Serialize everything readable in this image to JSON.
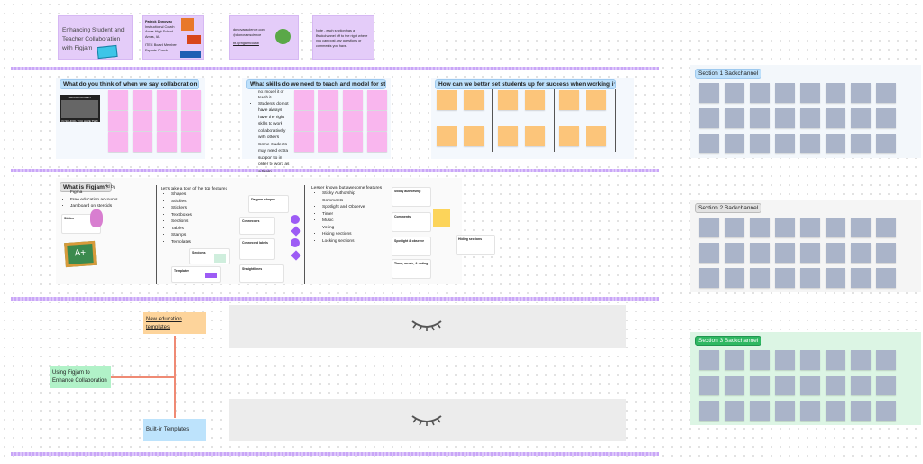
{
  "header": {
    "title": "Enhancing Student and Teacher Collaboration with Figjam",
    "presenter": {
      "name": "Patrick Donovan",
      "lines": [
        "Instructional Coach",
        "Ames High School",
        "Ames, IA"
      ],
      "role_lines": [
        "ITEC Board Member",
        "Esports Coach"
      ]
    },
    "contact": {
      "site": "donovanscience.com",
      "handle": "@donovanscience",
      "link": "bit.ly/figjamcollab"
    },
    "note": "Note - each section has a Backchannel off to the right where you can post any questions or comments you have."
  },
  "section1": {
    "q1": "What do you think of when we say collaboration or gr...",
    "q2": "What skills do we need to teach and model for studen...",
    "q3": "How can we better set students up for success when working in groups?",
    "meme_top": "GROUP PROJECT",
    "meme_bottom": "IN SCHOOL YOU HAVE TWO SONS",
    "q2_text_top": "not model it or teach it",
    "q2_bullets": [
      "Students do not have always have the right skills to work collaboratively with others",
      "Some students may need extra support to in order to work as a team"
    ]
  },
  "section2": {
    "title": "What is Figjam?",
    "intro_tail": "d by",
    "intro_list": [
      "Figma",
      "Free education accounts",
      "Jamboard on steroids"
    ],
    "tour_heading": "Let's take a tour of the top features",
    "tour_list": [
      "Shapes",
      "Stickies",
      "Stickers",
      "Text boxes",
      "Sections",
      "Tables",
      "Stamps",
      "Templates"
    ],
    "cards": [
      "Sticker",
      "Sections",
      "Templates",
      "Diagram shapes",
      "Connectors",
      "Connected labels",
      "Straight lines"
    ],
    "lesser_heading": "Lesser known but awesome features",
    "lesser_list": [
      "Sticky Authorship",
      "Comments",
      "Spotlight and Observe",
      "Timer",
      "Music",
      "Voting",
      "Hiding sections",
      "Locking sections"
    ],
    "feature_cards": [
      "Sticky authorship",
      "Comments",
      "Spotlight & observe",
      "Timer, music, & voting",
      "Hiding sections"
    ]
  },
  "section3": {
    "center": "Using Figjam to Enhance Collaboration",
    "top": "New education templates",
    "bottom": "Built-in Templates"
  },
  "backchannels": [
    {
      "label": "Section 1 Backchannel"
    },
    {
      "label": "Section 2 Backchannel"
    },
    {
      "label": "Section 3 Backchannel"
    }
  ]
}
